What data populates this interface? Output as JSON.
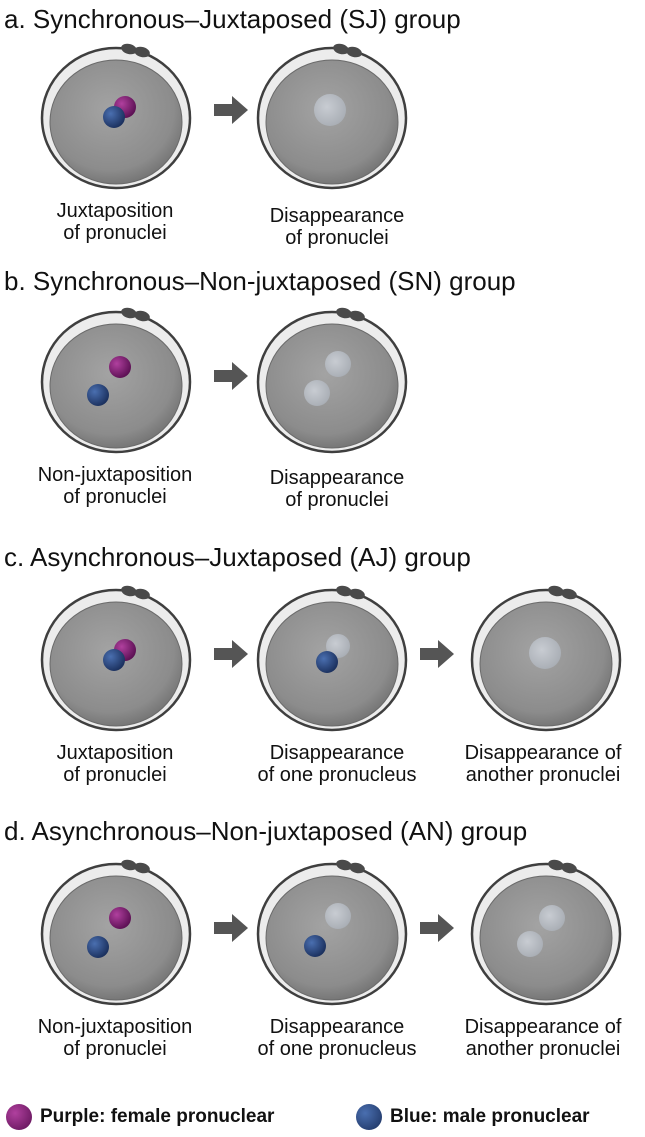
{
  "sections": [
    {
      "title": "a. Synchronous–Juxtaposed (SJ) group",
      "cells": [
        {
          "caption": [
            "Juxtaposition",
            "of pronuclei"
          ]
        },
        {
          "caption": [
            "Disappearance",
            "of pronuclei"
          ]
        }
      ]
    },
    {
      "title": "b. Synchronous–Non-juxtaposed (SN) group",
      "cells": [
        {
          "caption": [
            "Non-juxtaposition",
            "of pronuclei"
          ]
        },
        {
          "caption": [
            "Disappearance",
            "of pronuclei"
          ]
        }
      ]
    },
    {
      "title": "c. Asynchronous–Juxtaposed (AJ) group",
      "cells": [
        {
          "caption": [
            "Juxtaposition",
            "of pronuclei"
          ]
        },
        {
          "caption": [
            "Disappearance",
            "of one pronucleus"
          ]
        },
        {
          "caption": [
            "Disappearance of",
            "another pronuclei"
          ]
        }
      ]
    },
    {
      "title": "d. Asynchronous–Non-juxtaposed (AN) group",
      "cells": [
        {
          "caption": [
            "Non-juxtaposition",
            "of pronuclei"
          ]
        },
        {
          "caption": [
            "Disappearance",
            "of one pronucleus"
          ]
        },
        {
          "caption": [
            "Disappearance of",
            "another pronuclei"
          ]
        }
      ]
    }
  ],
  "legend": {
    "female": {
      "label": "Purple: female pronuclear",
      "color": "#7a1a6e"
    },
    "male": {
      "label": "Blue: male pronuclear",
      "color": "#2b4a86"
    }
  },
  "colors": {
    "cytoplasm": "#8a8a8a",
    "zona": "#e8e8e8",
    "outline": "#4a4a4a",
    "faded_pronucleus": "#b9bec4",
    "arrow": "#555555",
    "polar_body": "#4a4a4a"
  }
}
